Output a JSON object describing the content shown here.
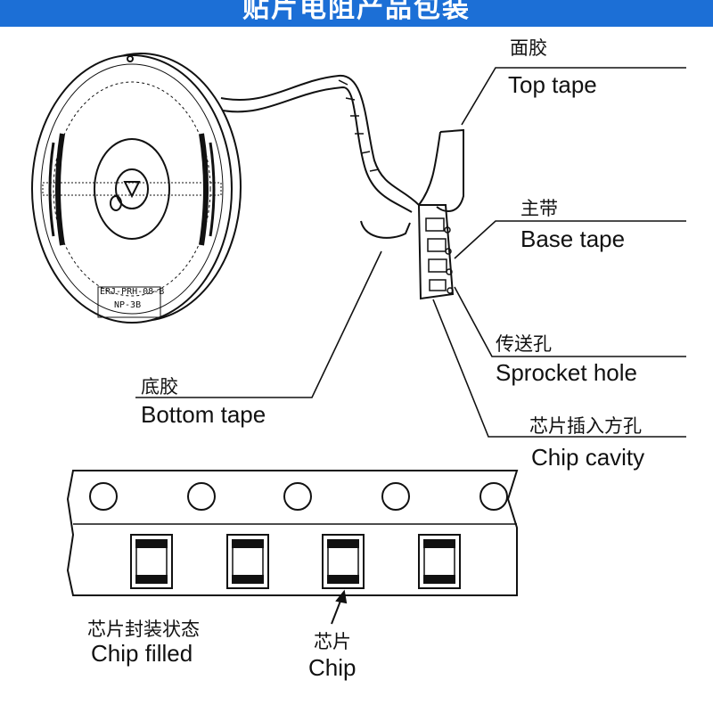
{
  "header": {
    "title": "贴片电阻产品包装",
    "color": "#1c6fd6"
  },
  "reel": {
    "label_line1": "ERJ-PRH-08-B",
    "label_line2": "NP-3B"
  },
  "callouts": {
    "top_tape": {
      "cn": "面胶",
      "en": "Top tape"
    },
    "base_tape": {
      "cn": "主带",
      "en": "Base tape"
    },
    "sprocket_hole": {
      "cn": "传送孔",
      "en": "Sprocket hole"
    },
    "bottom_tape": {
      "cn": "底胶",
      "en": "Bottom tape"
    },
    "chip_cavity": {
      "cn": "芯片插入方孔",
      "en": "Chip cavity"
    },
    "chip_filled": {
      "cn": "芯片封装状态",
      "en": "Chip filled"
    },
    "chip": {
      "cn": "芯片",
      "en": "Chip"
    }
  }
}
